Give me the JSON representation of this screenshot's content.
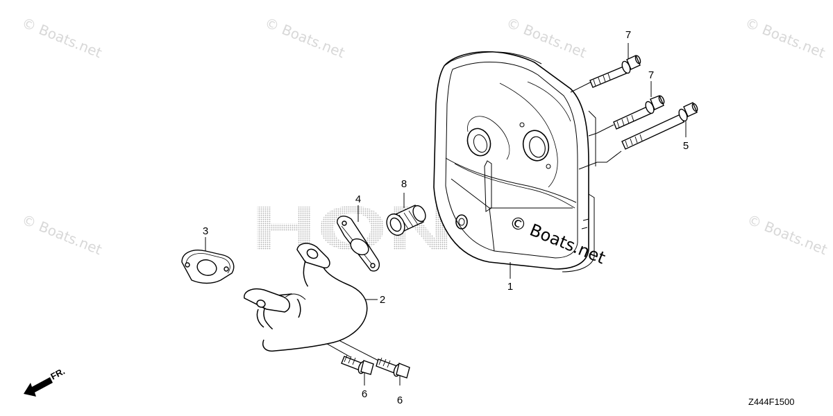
{
  "diagram": {
    "callouts": {
      "p1": "1",
      "p2": "2",
      "p3": "3",
      "p4": "4",
      "p5": "5",
      "p6a": "6",
      "p6b": "6",
      "p7a": "7",
      "p7b": "7",
      "p8": "8"
    },
    "diagram_code": "Z444F1500",
    "direction_label": "FR.",
    "brand_watermark": "HONDA",
    "watermark_text": "© Boats.net"
  }
}
